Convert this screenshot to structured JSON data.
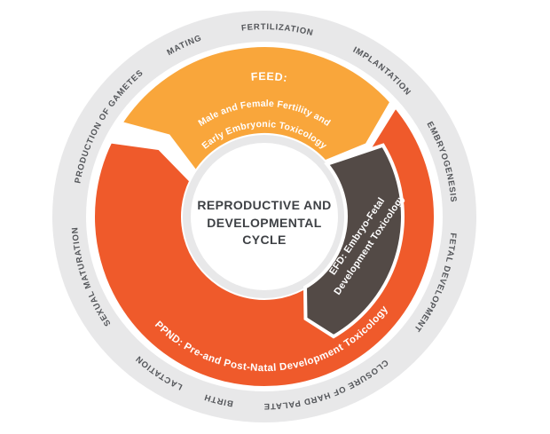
{
  "colors": {
    "ring": "#E8E8E9",
    "ring_gap": "#FFFFFF",
    "feed": "#F9A63B",
    "ppnd": "#EF5A2B",
    "efd": "#534A46",
    "ring_label_text": "#54565A",
    "center_text": "#3E4145",
    "segment_text": "#FFFFFF"
  },
  "ring": {
    "labels": [
      "FERTILIZATION",
      "IMPLANTATION",
      "EMBRYOGENESIS",
      "FETAL DEVELOPMENT",
      "CLOSURE OF HARD PALATE",
      "BIRTH",
      "LACTATION",
      "SEXUAL MATURATION",
      "PRODUCTION OF GAMETES",
      "MATING"
    ]
  },
  "segments": {
    "feed": {
      "heading": "FEED:",
      "line1": "Male and Female Fertility and",
      "line2": "Early Embryonic Toxicology"
    },
    "efd": {
      "line1": "EFD: Embryo-Fetal",
      "line2": "Development Toxicology"
    },
    "ppnd": {
      "text": "PPND: Pre-and Post-Natal Development Toxicology"
    }
  },
  "center": {
    "line1": "REPRODUCTIVE AND",
    "line2": "DEVELOPMENTAL",
    "line3": "CYCLE"
  }
}
